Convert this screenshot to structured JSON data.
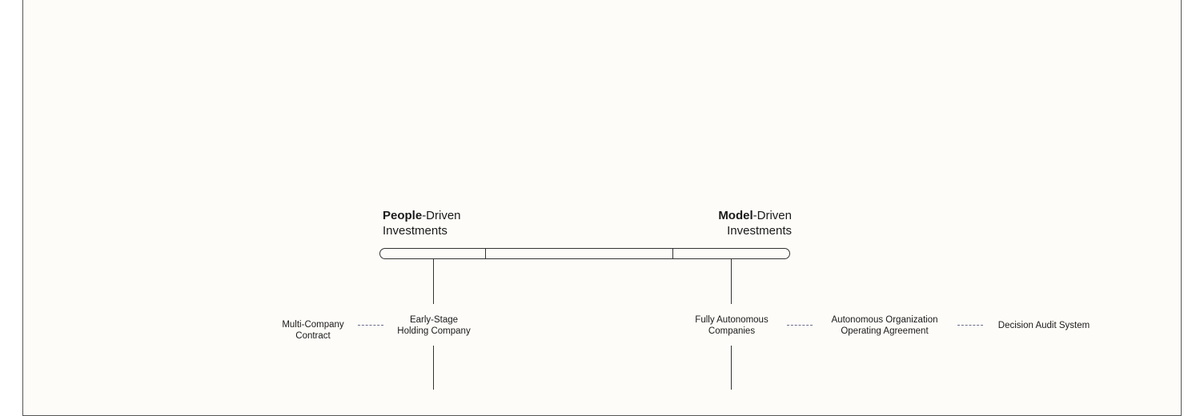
{
  "spectrum": {
    "left": {
      "bold": "People",
      "rest": "-Driven",
      "line2": "Investments"
    },
    "right": {
      "bold": "Model",
      "rest": "-Driven",
      "line2": "Investments"
    }
  },
  "nodes": {
    "multi_company": [
      "Multi-Company",
      "Contract"
    ],
    "early_stage": [
      "Early-Stage",
      "Holding Company"
    ],
    "fully_autonomous": [
      "Fully Autonomous",
      "Companies"
    ],
    "aooa": [
      "Autonomous Organization",
      "Operating Agreement"
    ],
    "decision_audit": [
      "Decision Audit System"
    ]
  },
  "colors": {
    "line": "#333333",
    "dash": "#6b6b8c",
    "background": "#fdfcf8"
  }
}
